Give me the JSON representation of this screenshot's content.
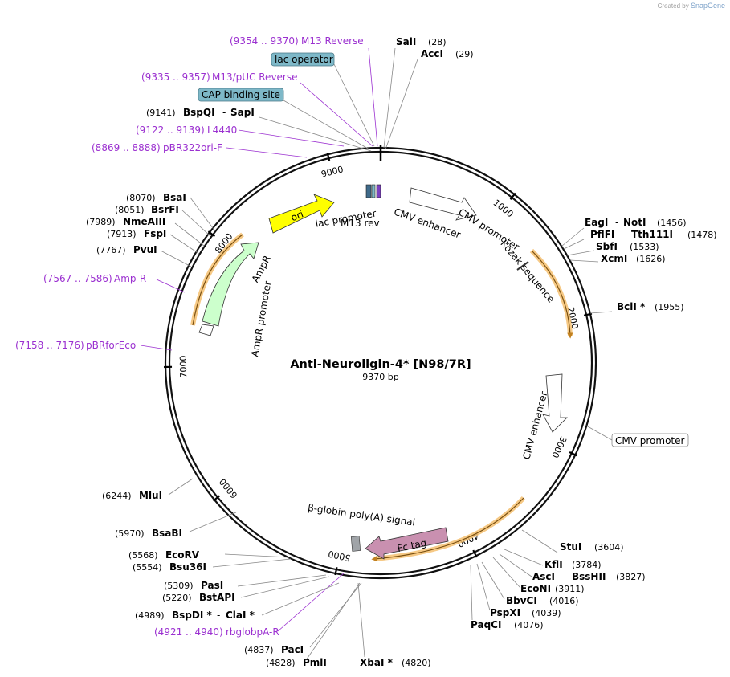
{
  "credit": {
    "prefix": "Created by",
    "brand": "SnapGene"
  },
  "plasmid": {
    "name": "Anti-Neuroligin-4* [N98/7R]",
    "length_label": "9370 bp",
    "length": 9370
  },
  "colors": {
    "primer": "#9b30d0",
    "enzyme": "#000000",
    "ori": "#ffff00",
    "ampr": "#ccffcc",
    "fc_tag": "#c990b0",
    "feature_box": "#7eb8c8",
    "highlight": "#f5b04a",
    "ticks": "#000000"
  },
  "ticks": [
    "1000",
    "2000",
    "3000",
    "4000",
    "5000",
    "6000",
    "7000",
    "8000",
    "9000"
  ],
  "primers": [
    {
      "range": "(9354 .. 9370)",
      "name": "M13 Reverse"
    },
    {
      "range": "(9335 .. 9357)",
      "name": "M13/pUC Reverse"
    },
    {
      "range": "(9122 .. 9139)",
      "name": "L4440"
    },
    {
      "range": "(8869 .. 8888)",
      "name": "pBR322ori-F"
    },
    {
      "range": "(7567 .. 7586)",
      "name": "Amp-R"
    },
    {
      "range": "(7158 .. 7176)",
      "name": "pBRforEco"
    },
    {
      "range": "(4921 .. 4940)",
      "name": "rbglobpA-R"
    }
  ],
  "boxed_labels": [
    {
      "name": "lac operator"
    },
    {
      "name": "CAP binding site"
    },
    {
      "name": "CMV promoter"
    }
  ],
  "enzymes_right": [
    {
      "name": "SalI",
      "pos": "(28)"
    },
    {
      "name": "AccI",
      "pos": "(29)"
    },
    {
      "name": "EagI",
      "name2": "NotI",
      "pos": "(1456)"
    },
    {
      "name": "PflFI",
      "name2": "Tth111I",
      "pos": "(1478)"
    },
    {
      "name": "SbfI",
      "pos": "(1533)"
    },
    {
      "name": "XcmI",
      "pos": "(1626)"
    },
    {
      "name": "BclI *",
      "pos": "(1955)"
    },
    {
      "name": "StuI",
      "pos": "(3604)"
    },
    {
      "name": "KflI",
      "pos": "(3784)"
    },
    {
      "name": "AscI",
      "name2": "BssHII",
      "pos": "(3827)"
    },
    {
      "name": "EcoNI",
      "pos": "(3911)"
    },
    {
      "name": "BbvCI",
      "pos": "(4016)"
    },
    {
      "name": "PspXI",
      "pos": "(4039)"
    },
    {
      "name": "PaqCI",
      "pos": "(4076)"
    },
    {
      "name": "XbaI *",
      "pos": "(4820)"
    }
  ],
  "enzymes_left": [
    {
      "name": "BspQI",
      "name2": "SapI",
      "pos": "(9141)"
    },
    {
      "name": "BsaI",
      "pos": "(8070)"
    },
    {
      "name": "BsrFI",
      "pos": "(8051)"
    },
    {
      "name": "NmeAIII",
      "pos": "(7989)"
    },
    {
      "name": "FspI",
      "pos": "(7913)"
    },
    {
      "name": "PvuI",
      "pos": "(7767)"
    },
    {
      "name": "MluI",
      "pos": "(6244)"
    },
    {
      "name": "BsaBI",
      "pos": "(5970)"
    },
    {
      "name": "EcoRV",
      "pos": "(5568)"
    },
    {
      "name": "Bsu36I",
      "pos": "(5554)"
    },
    {
      "name": "PasI",
      "pos": "(5309)"
    },
    {
      "name": "BstAPI",
      "pos": "(5220)"
    },
    {
      "name": "BspDI *",
      "name2": "ClaI *",
      "pos": "(4989)"
    },
    {
      "name": "PacI",
      "pos": "(4837)"
    },
    {
      "name": "PmlI",
      "pos": "(4828)"
    }
  ],
  "features": [
    {
      "name": "ori"
    },
    {
      "name": "AmpR"
    },
    {
      "name": "AmpR promoter"
    },
    {
      "name": "lac promoter"
    },
    {
      "name": "M13 rev"
    },
    {
      "name": "CMV enhancer"
    },
    {
      "name": "CMV promoter"
    },
    {
      "name": "Kozak sequence"
    },
    {
      "name": "CMV enhancer"
    },
    {
      "name": "Fc tag"
    },
    {
      "name": "β-globin poly(A) signal"
    }
  ]
}
